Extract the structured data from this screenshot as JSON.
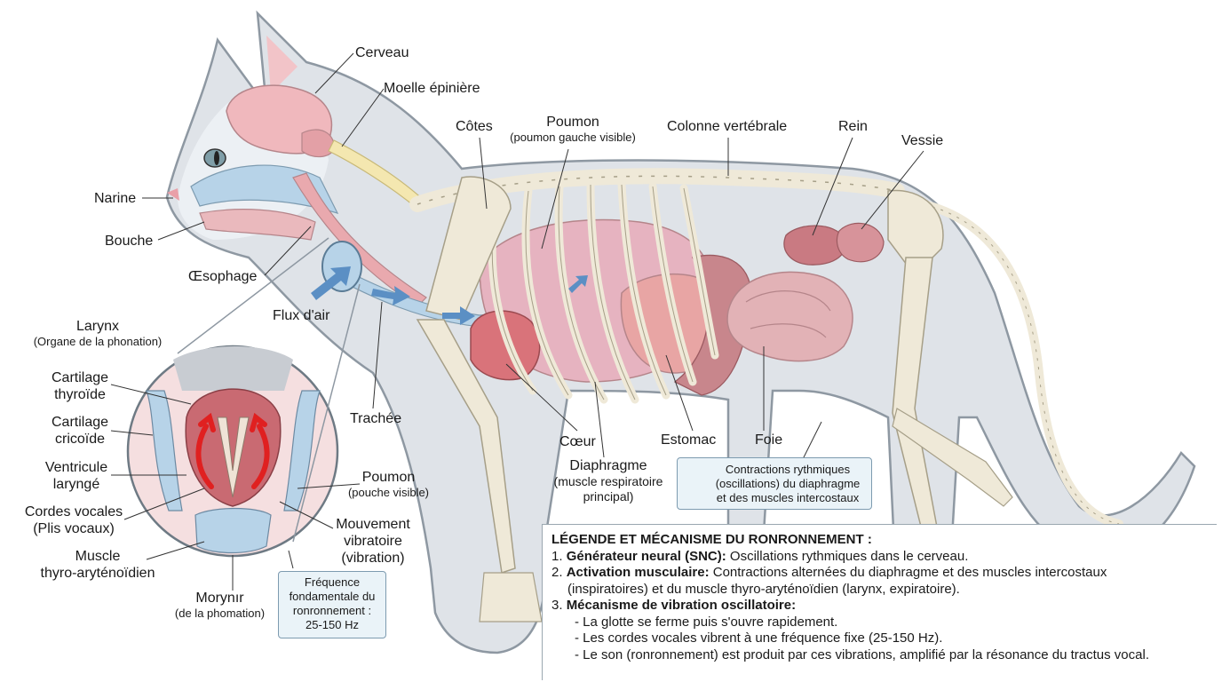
{
  "labels": {
    "cerveau": "Cerveau",
    "moelle": "Moelle épinière",
    "cotes": "Côtes",
    "poumon": "Poumon",
    "poumon_sub": "(poumon gauche visible)",
    "colonne": "Colonne vertébrale",
    "rein": "Rein",
    "vessie": "Vessie",
    "narine": "Narine",
    "bouche": "Bouche",
    "oesophage": "Œsophage",
    "flux": "Flux d'air",
    "larynx": "Larynx",
    "larynx_sub": "(Organe de la phonation)",
    "thyroide_1": "Cartilage",
    "thyroide_2": "thyroïde",
    "cricoide_1": "Cartilage",
    "cricoide_2": "cricoïde",
    "ventricule_1": "Ventricule",
    "ventricule_2": "laryngé",
    "cordes_1": "Cordes vocales",
    "cordes_2": "(Plis vocaux)",
    "muscle_1": "Muscle",
    "muscle_2": "thyro-aryténoïdien",
    "moryn": "Morynır",
    "moryn_sub": "(de la phomation)",
    "trachee": "Trachée",
    "poumon2": "Poumon",
    "poumon2_sub": "(pouche visible)",
    "mouv_1": "Mouvement",
    "mouv_2": "vibratoire",
    "mouv_3": "(vibration)",
    "coeur": "Cœur",
    "estomac": "Estomac",
    "foie": "Foie",
    "diaph": "Diaphragme",
    "diaph_sub1": "(muscle respiratoire",
    "diaph_sub2": "principal)"
  },
  "callouts": {
    "freq": [
      "Fréquence",
      "fondamentale du",
      "ronronnement :",
      "25-150 Hz"
    ],
    "contractions": [
      "Contractions rythmiques",
      "(oscillations) du diaphragme",
      "et des muscles intercostaux"
    ]
  },
  "legend": {
    "title": "LÉGENDE ET MÉCANISME DU RONRONNEMENT :",
    "l1_num": "1.",
    "l1_bold": "Générateur neural (SNC):",
    "l1_text": " Oscillations rythmiques dans le cerveau.",
    "l2_num": "2.",
    "l2_bold": "Activation musculaire:",
    "l2_text": " Contractions alternées du diaphragme et des muscles intercostaux",
    "l2_cont": "(inspiratoires) et du muscle thyro-aryténoïdien (larynx, expiratoire).",
    "l3_num": "3.",
    "l3_bold": "Mécanisme de vibration oscillatoire:",
    "b1": "- La glotte se ferme puis s'ouvre rapidement.",
    "b2": "- Les cordes vocales vibrent à une fréquence fixe (25-150 Hz).",
    "b3": "- Le son (ronronnement) est produit par ces vibrations, amplifié par la résonance du tractus vocal."
  },
  "colors": {
    "body": "#dfe3e8",
    "outline": "#8e98a2",
    "bone": "#efe9d8",
    "lung": "#e6b3c0",
    "heart": "#d9737a",
    "organ": "#d89a9e",
    "airway": "#b7d3e8",
    "arrow": "#5b8fc4",
    "red_arrow": "#e02020"
  }
}
